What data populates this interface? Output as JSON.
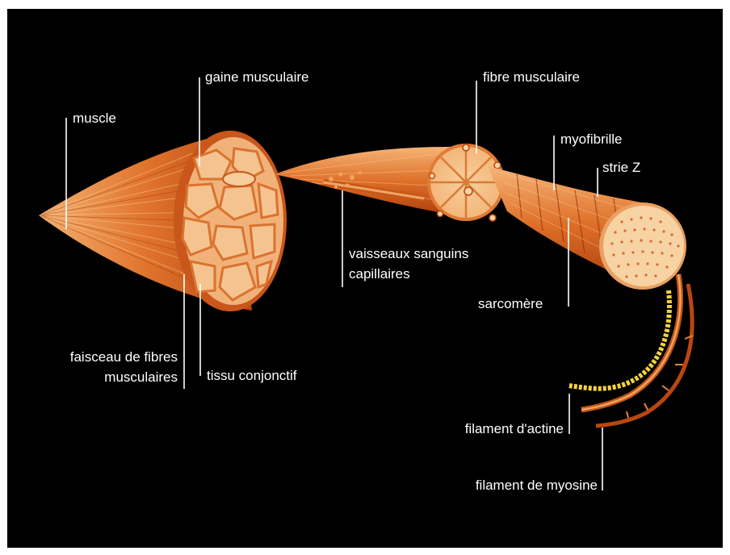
{
  "labels": {
    "muscle": "muscle",
    "gaine": "gaine musculaire",
    "fibre": "fibre musculaire",
    "myofibrille": "myofibrille",
    "strie": "strie Z",
    "vaisseaux_l1": "vaisseaux sanguins",
    "vaisseaux_l2": "capillaires",
    "sarcomere": "sarcomère",
    "faisceau_l1": "faisceau de fibres",
    "faisceau_l2": "musculaires",
    "tissu": "tissu conjonctif",
    "actine": "filament d'actine",
    "myosine": "filament de myosine"
  },
  "colors": {
    "background": "#000000",
    "muscle_dark": "#b7410e",
    "muscle_mid": "#e0742d",
    "muscle_light": "#f3a765",
    "section_face": "#f6c48d",
    "actin": "#f2d23a",
    "label_text": "#ffffff"
  }
}
